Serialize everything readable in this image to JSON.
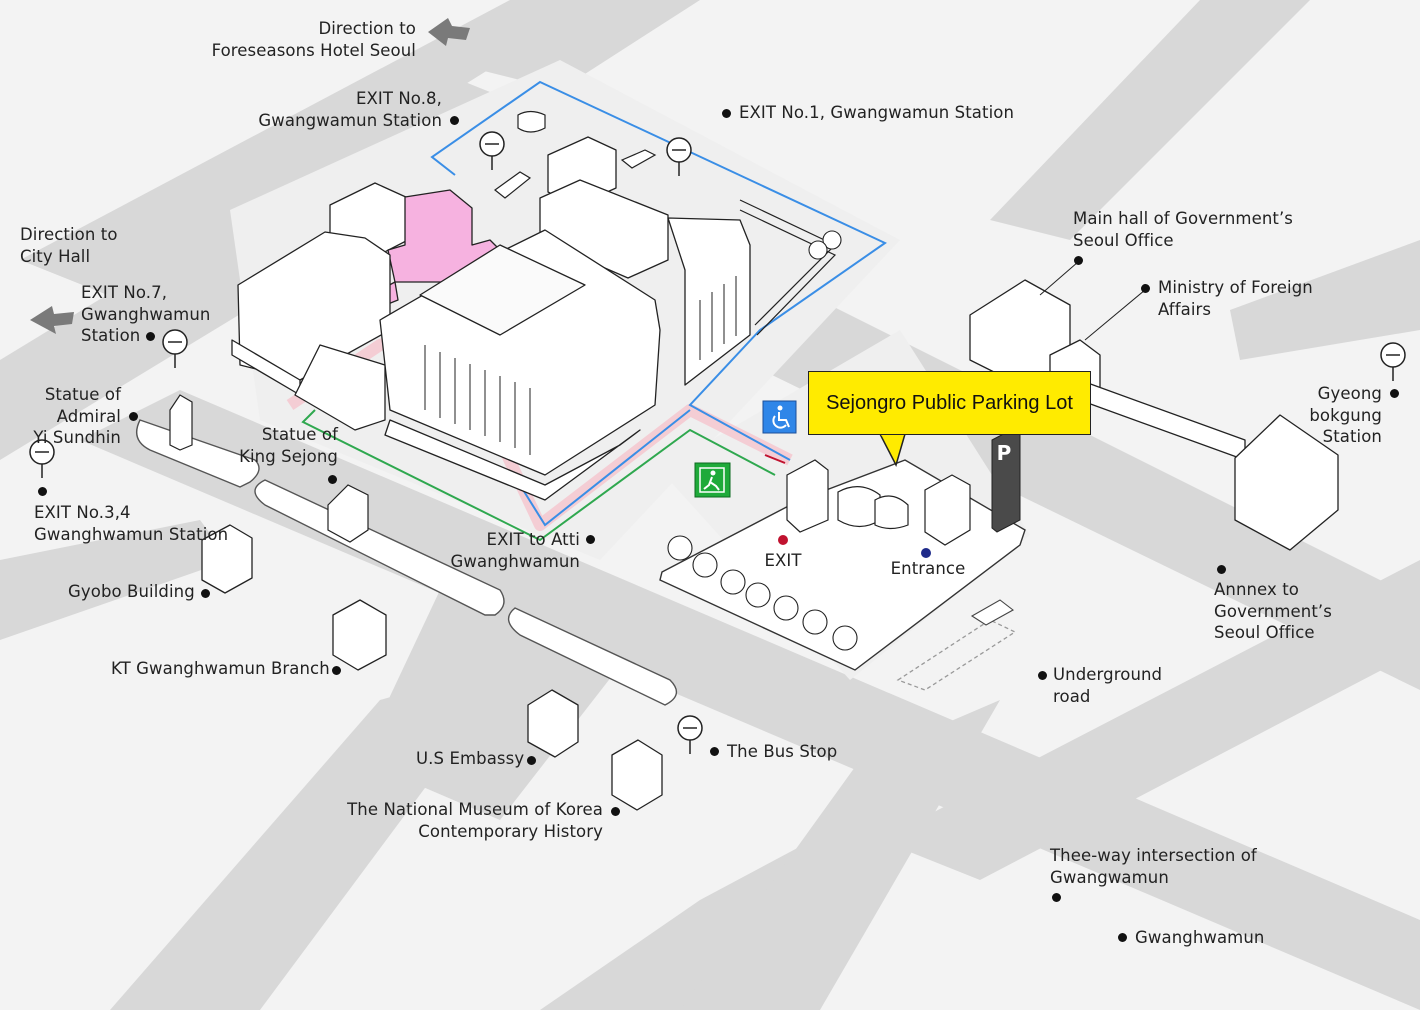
{
  "map": {
    "parking_callout": "Sejongro Public Parking Lot",
    "parking_sign": "P",
    "colors": {
      "background": "#f3f3f3",
      "road": "#d8d8d8",
      "route_blue": "#3a8ee6",
      "route_green": "#2fa84f",
      "route_pink": "#f4c7cf",
      "highlight_building": "#f6b2e0",
      "callout": "#ffeb00",
      "exit_dot": "#c0122f",
      "entrance_dot": "#1e2a8a",
      "wheelchair_sign": "#2f86e8",
      "emergency_exit_sign": "#1faa3a"
    },
    "labels": {
      "direction_hotel": [
        "Direction to",
        "Foreseasons Hotel Seoul"
      ],
      "exit8": [
        "EXIT No.8,",
        "Gwangwamun Station"
      ],
      "exit1": "EXIT No.1, Gwangwamun Station",
      "direction_cityhall": [
        "Direction to",
        "City Hall"
      ],
      "exit7": [
        "EXIT No.7,",
        "Gwanghwamun",
        "Station"
      ],
      "admiral": [
        "Statue of",
        "Admiral",
        "Yi Sundhin"
      ],
      "king_sejong": [
        "Statue of",
        "King Sejong"
      ],
      "exit34": [
        "EXIT No.3,4",
        "Gwanghwamun Station"
      ],
      "gyobo": "Gyobo Building",
      "kt": "KT Gwanghwamun Branch",
      "us_embassy": "U.S Embassy",
      "museum": [
        "The National Museum of Korea",
        "Contemporary History"
      ],
      "bus_stop": "The Bus Stop",
      "exit_atti": [
        "EXIT to Atti",
        "Gwanghwamun"
      ],
      "exit": "EXIT",
      "entrance": "Entrance",
      "main_hall": [
        "Main hall of Government’s",
        "Seoul Office"
      ],
      "mofa": [
        "Ministry of Foreign",
        "Affairs"
      ],
      "gyeongbokgung": [
        "Gyeong",
        "bokgung",
        "Station"
      ],
      "annex": [
        "Annnex to",
        "Government’s",
        "Seoul Office"
      ],
      "underground": [
        "Underground",
        "road"
      ],
      "three_way": [
        "Thee-way intersection of",
        "Gwangwamun"
      ],
      "gwanghwamun": "Gwanghwamun"
    }
  }
}
